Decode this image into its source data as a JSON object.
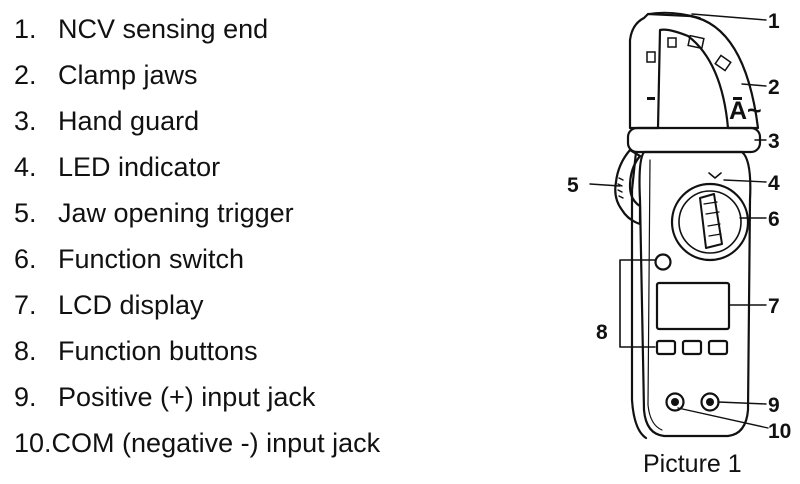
{
  "legend": [
    {
      "num": "1.",
      "label": "NCV sensing end"
    },
    {
      "num": "2.",
      "label": "Clamp jaws"
    },
    {
      "num": "3.",
      "label": "Hand guard"
    },
    {
      "num": "4.",
      "label": "LED indicator"
    },
    {
      "num": "5.",
      "label": "Jaw opening trigger"
    },
    {
      "num": "6.",
      "label": "Function switch"
    },
    {
      "num": "7.",
      "label": "LCD display"
    },
    {
      "num": "8.",
      "label": "Function buttons"
    },
    {
      "num": "9.",
      "label": "Positive (+) input jack"
    },
    {
      "num": "10.",
      "label": "COM (negative -) input jack"
    }
  ],
  "callouts": [
    "1",
    "2",
    "3",
    "4",
    "5",
    "6",
    "7",
    "8",
    "9",
    "10"
  ],
  "caption": "Picture 1",
  "jaw_mark": "A~"
}
